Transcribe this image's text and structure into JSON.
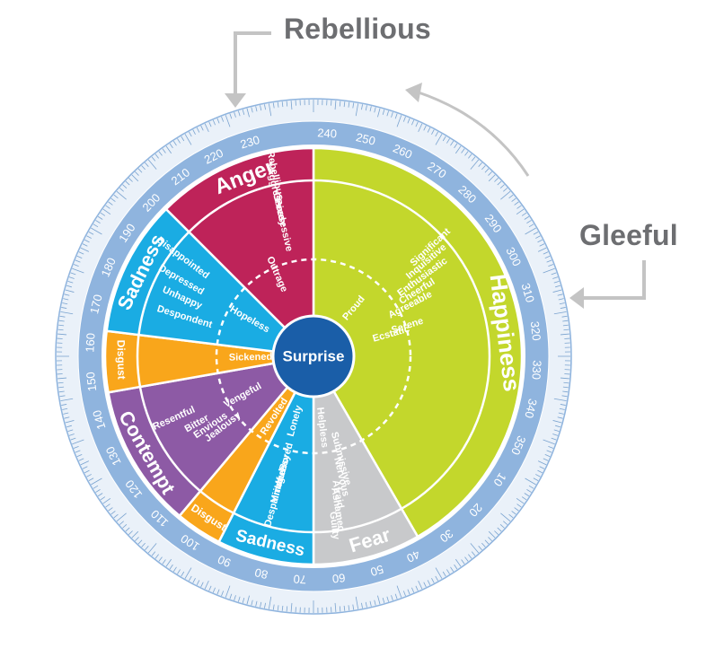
{
  "callouts": {
    "top": "Rebellious",
    "right": "Gleeful"
  },
  "center": "Surprise",
  "colors": {
    "anger": "#be2359",
    "happiness": "#c3d72c",
    "fear": "#c8c9cb",
    "sadness": "#1aace3",
    "disgust": "#f9a61b",
    "contempt": "#8d5aa5",
    "center": "#1a5ea8",
    "ring": "#8fb4de",
    "scale": "#eaf1f9",
    "tick": "#7aa3cf",
    "arrow": "#c4c4c4",
    "callout": "#6d6e71"
  },
  "scale": {
    "labels": [
      "240",
      "250",
      "260",
      "270",
      "280",
      "290",
      "300",
      "310",
      "320",
      "330",
      "340",
      "350",
      "10",
      "20",
      "30",
      "40",
      "50",
      "60",
      "70",
      "80",
      "90",
      "100",
      "110",
      "120",
      "130",
      "140",
      "150",
      "160",
      "170",
      "180",
      "190",
      "200",
      "210",
      "220",
      "230"
    ]
  },
  "segments": [
    {
      "id": "happiness",
      "title": "Happiness",
      "color": "happiness",
      "words": [
        "Significant",
        "Inquisitive",
        "Enthusiastic",
        "Cheerful",
        "Agreeable",
        "Serene",
        "Ecstatic",
        "Proud"
      ]
    },
    {
      "id": "fear",
      "title": "Fear",
      "color": "fear",
      "words": [
        "Helpless",
        "Submissive",
        "Nervous",
        "Afraid",
        "Ashamed",
        "Guilty"
      ]
    },
    {
      "id": "sadness-bottom",
      "title": "Sadness",
      "color": "sadness",
      "words": [
        "Lonely",
        "Bored",
        "Uneasy",
        "Mindful",
        "Despairing"
      ]
    },
    {
      "id": "disgust-bottom",
      "title": "Disgust",
      "color": "disgust",
      "words": [
        "Revolted"
      ]
    },
    {
      "id": "contempt",
      "title": "Contempt",
      "color": "contempt",
      "words": [
        "Vengeful",
        "Jealousy",
        "Envious",
        "Bitter",
        "Resentful"
      ]
    },
    {
      "id": "disgust-left",
      "title": "Disgust",
      "color": "disgust",
      "words": [
        "Sickened"
      ]
    },
    {
      "id": "sadness-left",
      "title": "Sadness",
      "color": "sadness",
      "words": [
        "Hopeless",
        "Despondent",
        "Unhappy",
        "Depressed",
        "Disappointed"
      ]
    },
    {
      "id": "anger",
      "title": "Anger",
      "color": "anger",
      "words": [
        "Outrage",
        "Possessive",
        "Greedy",
        "Aggressive",
        "Rebellious"
      ]
    }
  ]
}
